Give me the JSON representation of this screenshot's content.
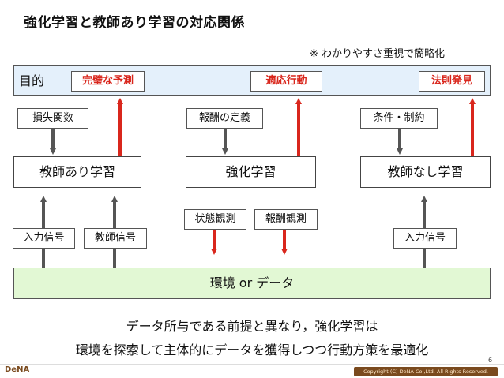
{
  "title": "強化学習と教師あり学習の対応関係",
  "note": "※ わかりやすさ重視で簡略化",
  "goal_panel": {
    "label": "目的",
    "goals": [
      "完璧な予測",
      "適応行動",
      "法則発見"
    ]
  },
  "feedback_tags": [
    "損失関数",
    "報酬の定義",
    "条件・制約"
  ],
  "methods": [
    "教師あり学習",
    "強化学習",
    "教師なし学習"
  ],
  "signals": {
    "supervised": [
      "入力信号",
      "教師信号"
    ],
    "reinforcement": [
      "状態観測",
      "報酬観測"
    ],
    "unsupervised": [
      "入力信号"
    ]
  },
  "environment": "環境 or データ",
  "caption": {
    "line1": "データ所与である前提と異なり，強化学習は",
    "line2": "環境を探索して主体的にデータを獲得しつつ行動方策を最適化"
  },
  "footer": {
    "logo": "DeNA",
    "copyright": "Copyright (C) DeNA Co.,Ltd. All Rights Reserved.",
    "page": "6"
  },
  "colors": {
    "red_arrow": "#d9261c",
    "gray_arrow": "#555555",
    "goal_panel_bg": "#e4f0fb",
    "env_bg": "#e2f8d4",
    "brand": "#7a4a1e"
  }
}
